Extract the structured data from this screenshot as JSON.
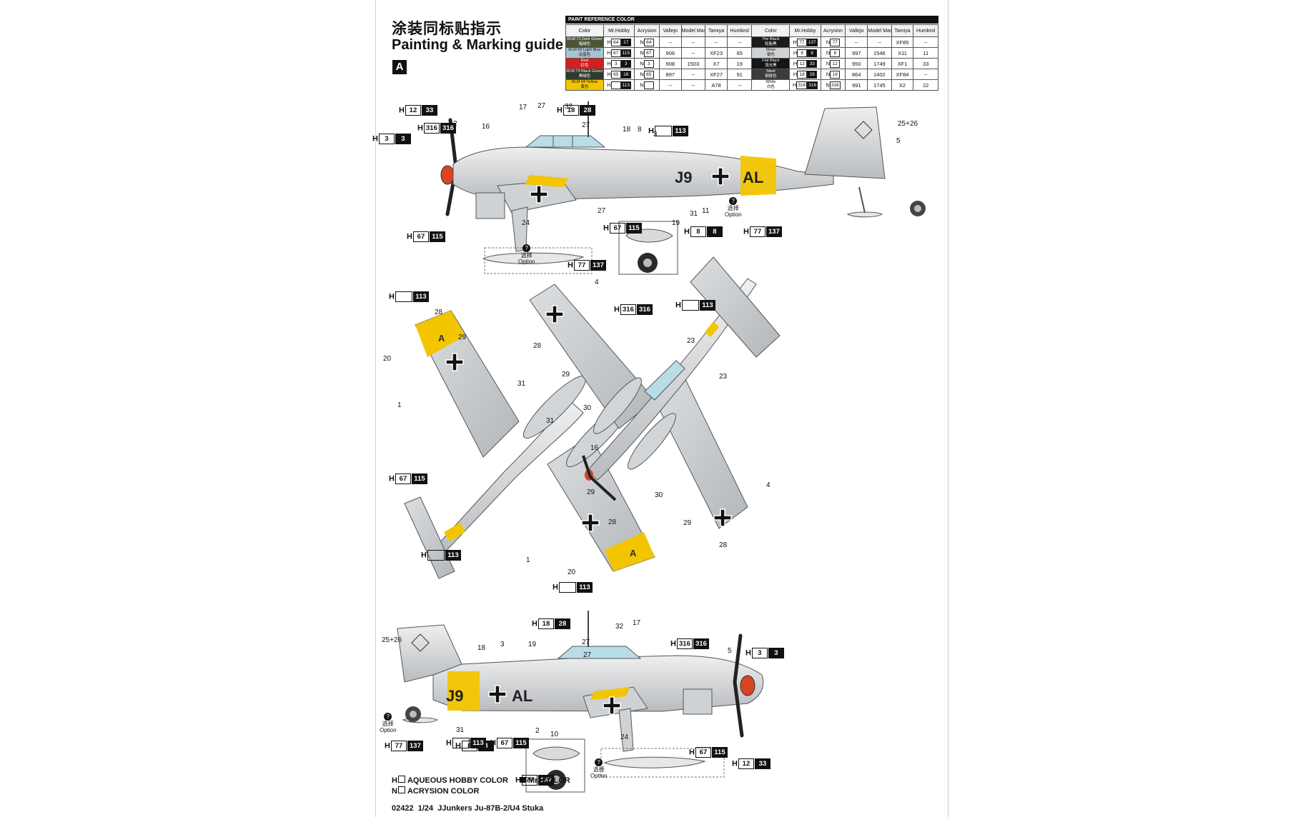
{
  "header": {
    "title_zh": "涂装同标贴指示",
    "title_en": "Painting & Marking guide",
    "scheme": "A"
  },
  "paint_table": {
    "caption": "PAINT  REFERENCE COLOR",
    "headers": [
      "Color",
      "Mr.Hobby",
      "Acrysion",
      "Vallejo",
      "Model Master",
      "Tamiya",
      "Humbrol"
    ],
    "left_rows": [
      {
        "name": "RLM 71 Dark Green",
        "name_zh": "暗绿色",
        "swatch": "#4a5536",
        "h": "64",
        "h2": "17",
        "n": "64",
        "vallejo": "--",
        "mm": "--",
        "tamiya": "--",
        "humbrol": "--"
      },
      {
        "name": "RLM 65 Light Blue",
        "name_zh": "淡蓝色",
        "swatch": "#a9c3cf",
        "h": "67",
        "h2": "115",
        "n": "67",
        "vallejo": "906",
        "mm": "--",
        "tamiya": "XF23",
        "humbrol": "65"
      },
      {
        "name": "Red",
        "name_zh": "红色",
        "swatch": "#d21f1f",
        "h": "3",
        "h2": "3",
        "n": "3",
        "vallejo": "908",
        "mm": "1503",
        "tamiya": "X7",
        "humbrol": "19"
      },
      {
        "name": "RLM 73 Black Green",
        "name_zh": "黑绿色",
        "swatch": "#2e3a2b",
        "h": "65",
        "h2": "18",
        "n": "65",
        "vallejo": "897",
        "mm": "--",
        "tamiya": "XF27",
        "humbrol": "91"
      },
      {
        "name": "RLM 04 Yellow",
        "name_zh": "黄色",
        "swatch": "#f2c500",
        "h": "",
        "h2": "113",
        "n": "",
        "vallejo": "--",
        "mm": "--",
        "tamiya": "A78",
        "humbrol": "--"
      }
    ],
    "right_rows": [
      {
        "name": "Tire Black",
        "name_zh": "轮胎黑",
        "swatch": "#1b1b1b",
        "h": "77",
        "h2": "137",
        "n": "77",
        "vallejo": "--",
        "mm": "--",
        "tamiya": "XF85",
        "humbrol": "--"
      },
      {
        "name": "Silver",
        "name_zh": "银色",
        "swatch": "#cfd2d4",
        "h": "8",
        "h2": "8",
        "n": "8",
        "vallejo": "997",
        "mm": "1546",
        "tamiya": "X11",
        "humbrol": "11"
      },
      {
        "name": "Flat Black",
        "name_zh": "消光黑",
        "swatch": "#151515",
        "h": "12",
        "h2": "33",
        "n": "12",
        "vallejo": "950",
        "mm": "1749",
        "tamiya": "XF1",
        "humbrol": "33"
      },
      {
        "name": "Steel",
        "name_zh": "钢铁色",
        "swatch": "#3c3c3e",
        "h": "18",
        "h2": "28",
        "n": "18",
        "vallejo": "864",
        "mm": "1402",
        "tamiya": "XF84",
        "humbrol": "--"
      },
      {
        "name": "White",
        "name_zh": "白色",
        "swatch": "#ffffff",
        "h": "316",
        "h2": "316",
        "n": "316",
        "vallejo": "991",
        "mm": "1745",
        "tamiya": "X2",
        "humbrol": "22"
      }
    ]
  },
  "callouts": {
    "h12_33": "H",
    "num12": "12",
    "num33": "33",
    "h316": "H",
    "num316": "316",
    "h3": "H",
    "num3": "3",
    "h113": "H",
    "num113": "113",
    "h18_28": "H",
    "num18": "18",
    "num28": "28",
    "h67_115": "H",
    "num67": "67",
    "num115": "115",
    "h8_8": "H",
    "num8": "8",
    "h77_137": "H",
    "num77": "77",
    "num137": "137",
    "option_zh": "选择",
    "option": "Option",
    "option_mark": "?"
  },
  "part_numbers": {
    "side_top": [
      "17",
      "27",
      "32",
      "27",
      "16",
      "2",
      "18",
      "8",
      "3",
      "25+26",
      "27",
      "19",
      "31",
      "11",
      "24",
      "5"
    ],
    "plan_left": [
      "28",
      "29",
      "20",
      "1",
      "31",
      "31",
      "29",
      "28",
      "1",
      "20"
    ],
    "plan_right": [
      "4",
      "28",
      "29",
      "23",
      "23",
      "30",
      "16",
      "30",
      "4",
      "29",
      "28"
    ],
    "side_bottom": [
      "32",
      "17",
      "27",
      "27",
      "18",
      "3",
      "19",
      "25+26",
      "5",
      "31",
      "2",
      "10",
      "24"
    ]
  },
  "markings": {
    "code_left": "J9",
    "code_right": "AL",
    "wing_letter": "A"
  },
  "legend": {
    "h_label": "H",
    "h_text": "AQUEOUS HOBBY COLOR",
    "mr_text": "Mr. COLOR",
    "n_label": "N",
    "n_text": "ACRYSION COLOR"
  },
  "footer": {
    "code": "02422",
    "scale": "1/24",
    "name": "JJunkers Ju-87B-2/U4 Stuka"
  },
  "colors": {
    "yellow": "#f2c500",
    "fuselage": "#d9dadb",
    "canopy": "#b8dde8",
    "spinner": "#d94423",
    "black": "#111111"
  }
}
